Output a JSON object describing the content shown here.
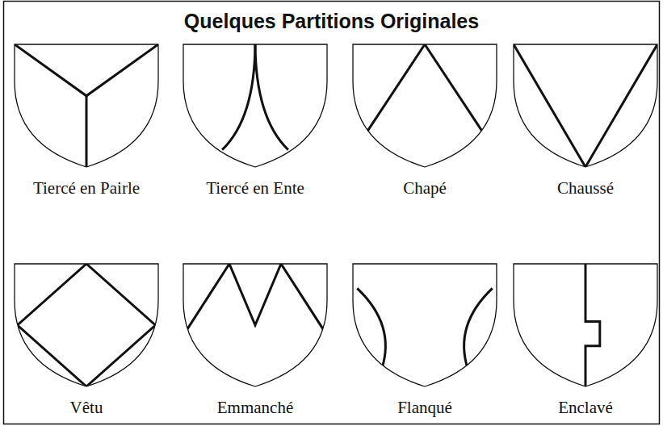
{
  "diagram": {
    "title": "Quelques Partitions Originales",
    "nodes": [
      {
        "text": [
          "Tiercé en Pairle"
        ]
      },
      {
        "text": [
          "Tiercé en Ente"
        ]
      },
      {
        "text": [
          "Chapé"
        ]
      },
      {
        "text": [
          "Chaussé"
        ]
      },
      {
        "text": [
          "Vêtu"
        ]
      },
      {
        "text": [
          "Emmanché"
        ]
      },
      {
        "text": [
          "Flanqué"
        ]
      },
      {
        "text": [
          "Enclavé"
        ]
      }
    ]
  }
}
